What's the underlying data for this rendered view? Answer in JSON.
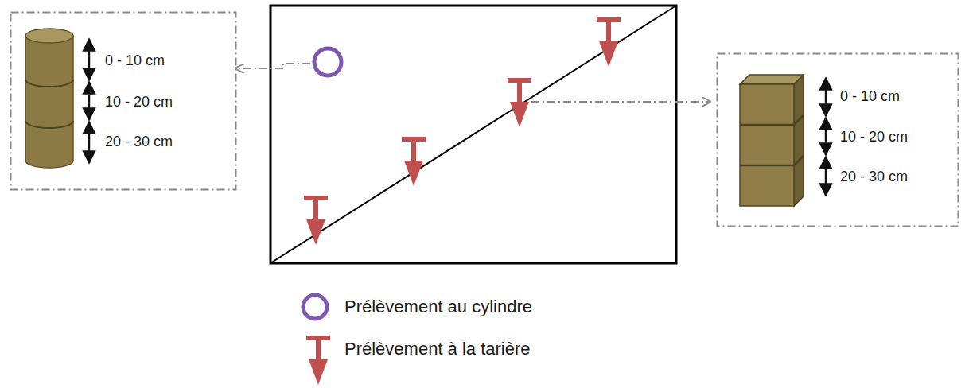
{
  "diagram": {
    "nodes": [
      {
        "text": [
          "0 - 10 cm",
          "10 - 20 cm",
          "20 - 30 cm"
        ]
      },
      {
        "text": [
          "0 - 10 cm",
          "10 - 20 cm",
          "20 - 30 cm"
        ]
      }
    ],
    "legend": [
      {
        "text": "Prélèvement au cylindre"
      },
      {
        "text": "Prélèvement à la tarière"
      }
    ]
  }
}
